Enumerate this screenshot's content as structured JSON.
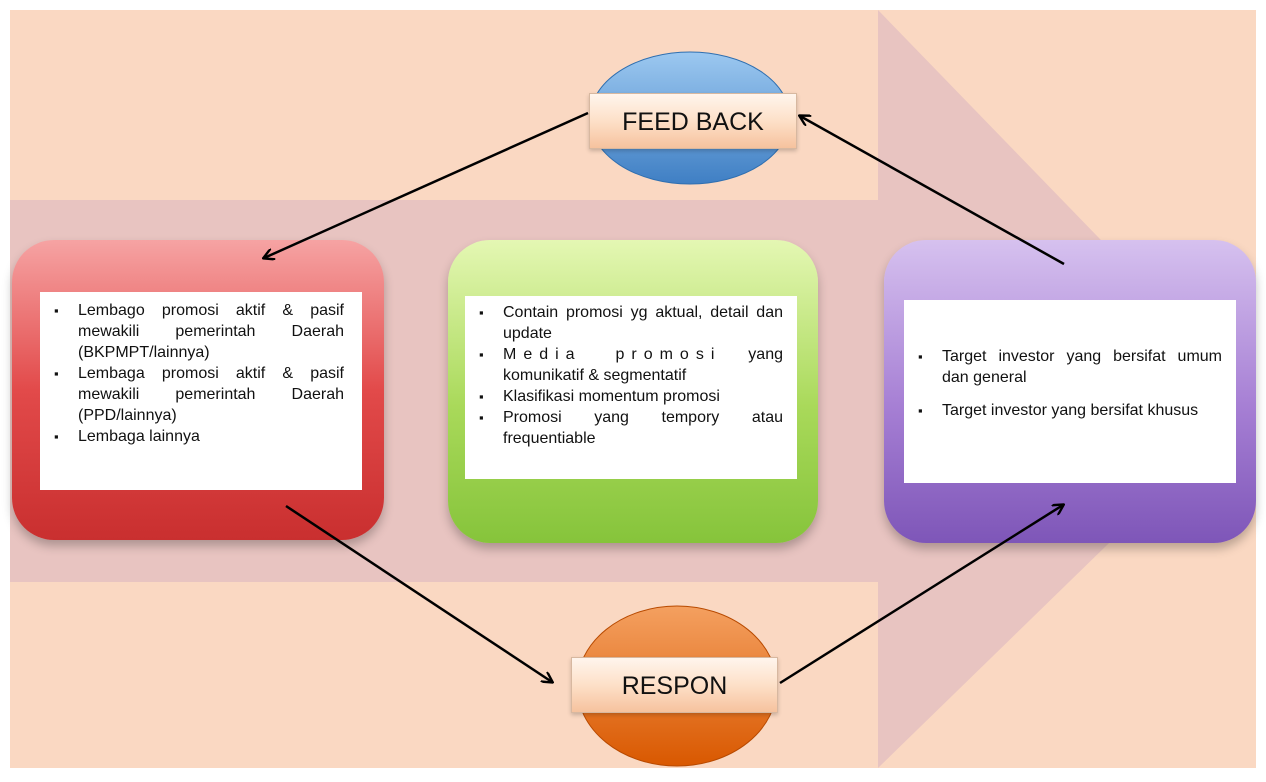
{
  "feedback": {
    "label": "FEED BACK"
  },
  "respon": {
    "label": "RESPON"
  },
  "boxes": {
    "left": {
      "items": [
        "Lembago promosi aktif & pasif mewakili pemerintah Daerah (BKPMPT/lainnya)",
        "Lembaga promosi aktif & pasif mewakili pemerintah Daerah (PPD/lainnya)",
        "Lembaga lainnya"
      ]
    },
    "middle": {
      "items": [
        "Contain promosi yg aktual, detail dan update",
        "Media promosi",
        "yang komunikatif & segmentatif",
        "Klasifikasi momentum promosi",
        "Promosi yang tempory atau frequentiable"
      ]
    },
    "right": {
      "items": [
        "Target investor yang bersifat umum dan general",
        "Target investor yang bersifat khusus"
      ]
    }
  },
  "colors": {
    "background": "#fad8c2",
    "arrow": "#e8c4c1",
    "feedback_ellipse": "#5b9bd5",
    "respon_ellipse": "#e86a12",
    "left_box": "#d93a3a",
    "middle_box": "#9ccf4e",
    "right_box": "#9570c8"
  }
}
